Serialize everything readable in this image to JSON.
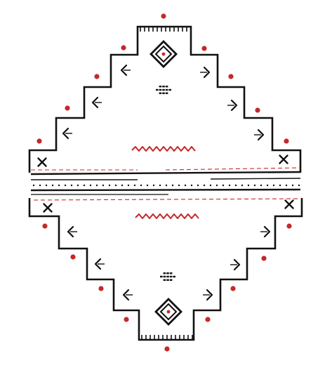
{
  "design": {
    "ink_color": "#111111",
    "accent_color": "#c62828",
    "background": "#ffffff",
    "motifs": [
      "stepped-diamond",
      "zigzag",
      "chevrons",
      "crosses",
      "dots",
      "center-bands",
      "diamond-eye",
      "chip-cluster"
    ]
  }
}
